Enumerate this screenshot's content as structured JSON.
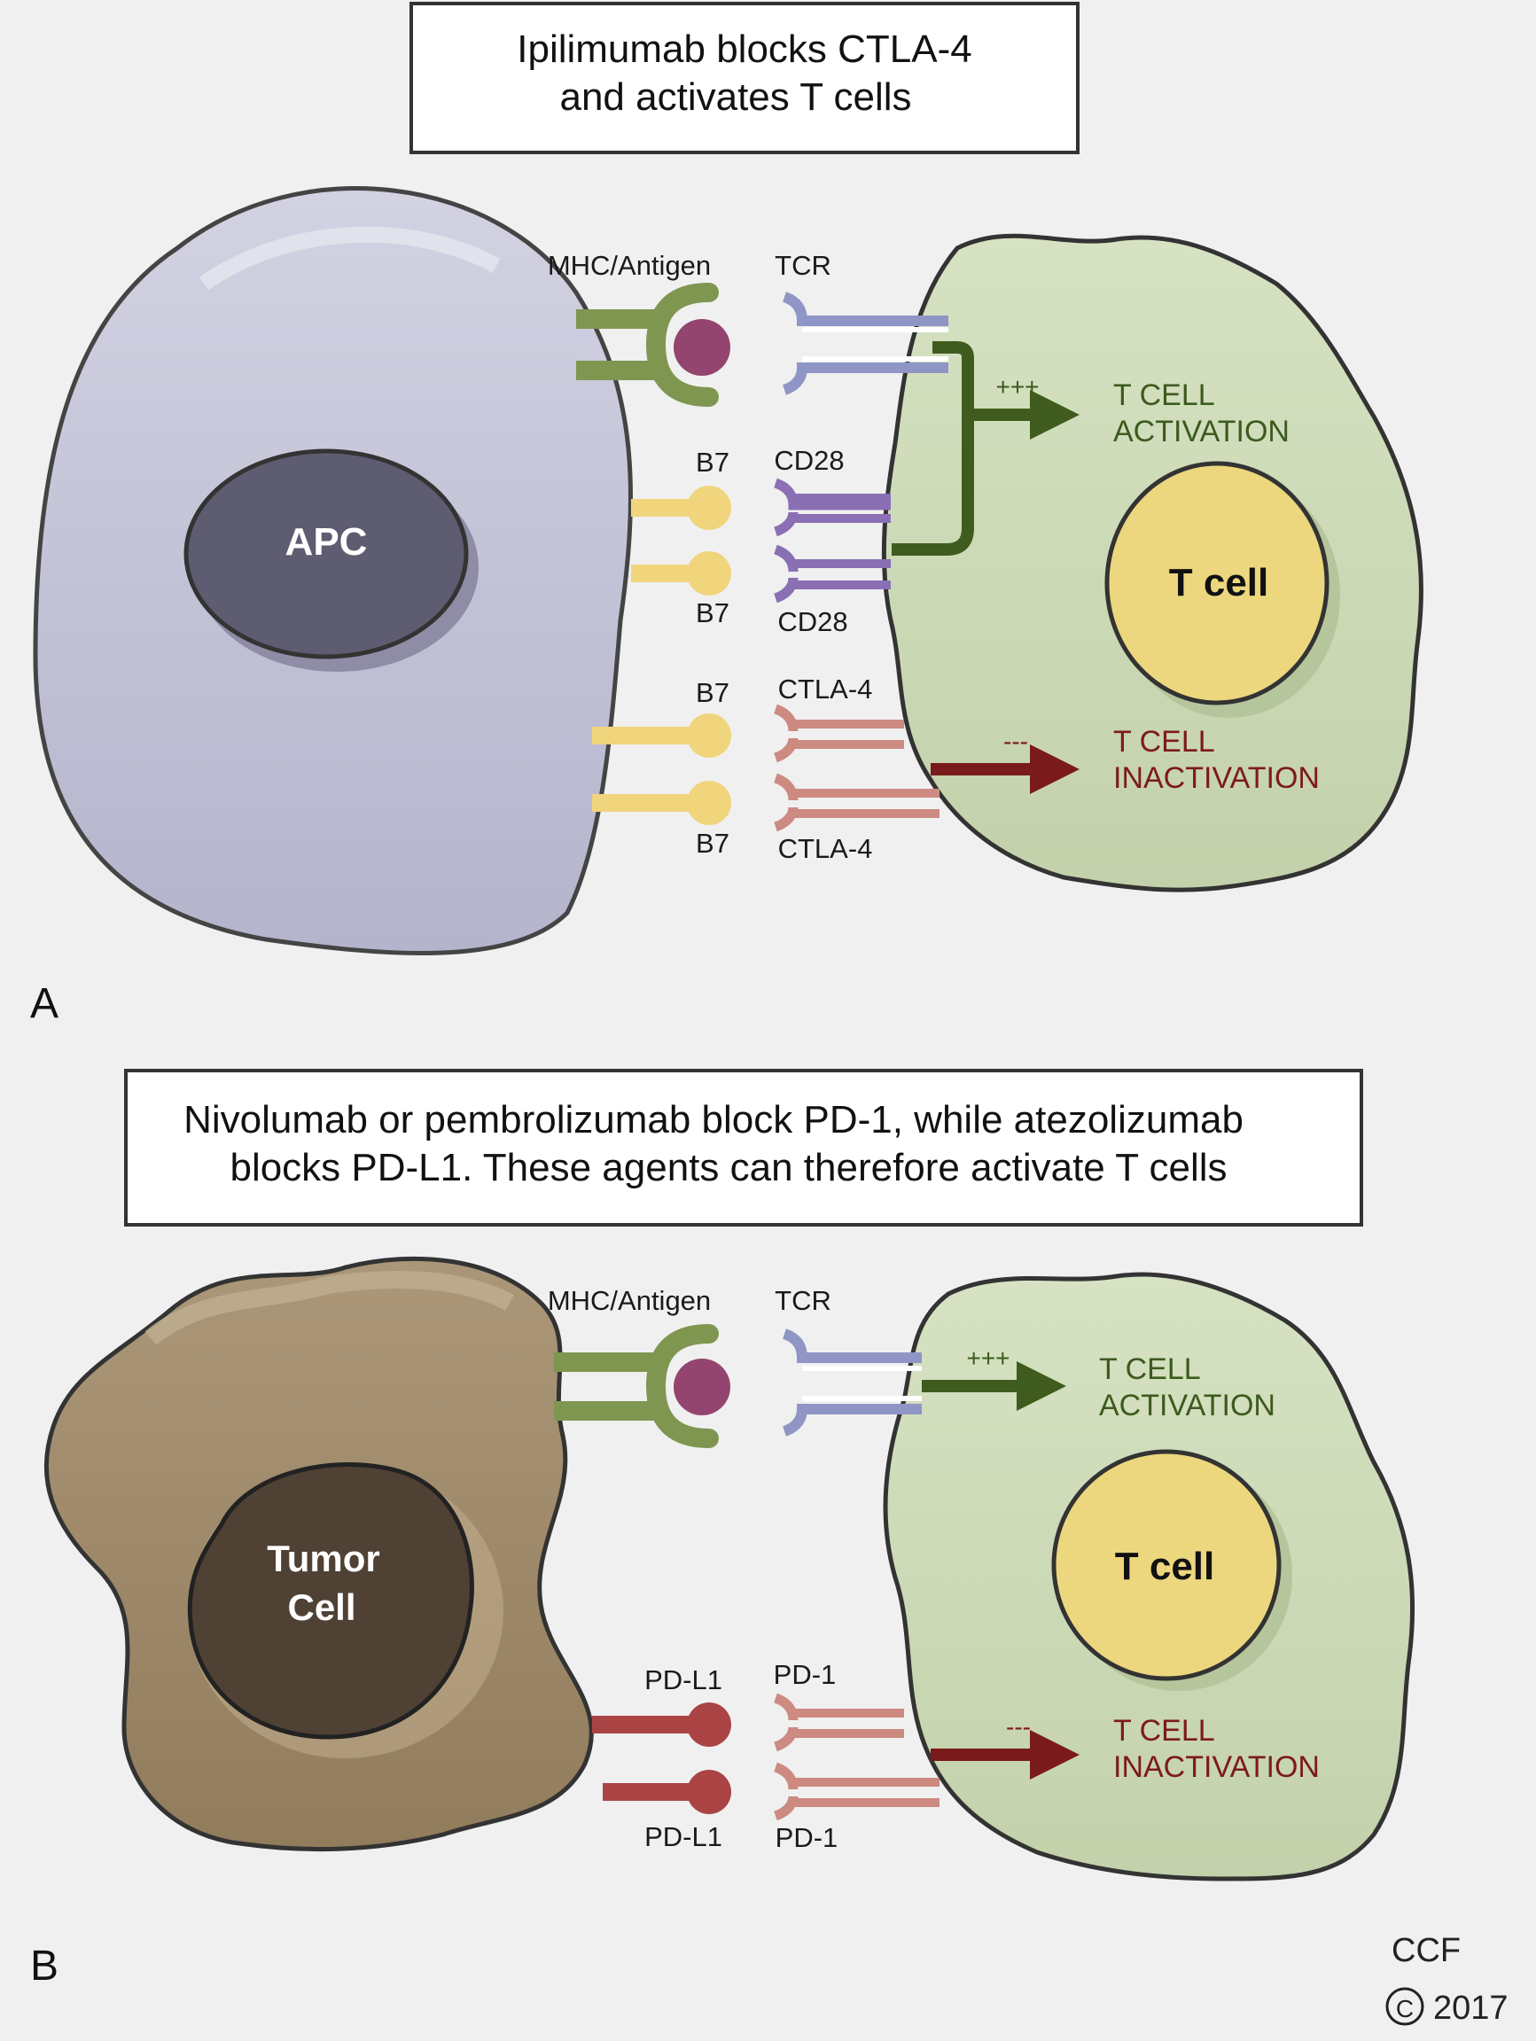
{
  "panel_a": {
    "letter": "A",
    "caption_line1": "Ipilimumab blocks CTLA-4",
    "caption_line2": "and activates T cells",
    "apc_label": "APC",
    "tcell_label": "T cell",
    "mhc_label": "MHC/Antigen",
    "tcr_label": "TCR",
    "b7_top1": "B7",
    "b7_top2": "B7",
    "b7_bottom1": "B7",
    "b7_bottom2": "B7",
    "cd28_1": "CD28",
    "cd28_2": "CD28",
    "ctla4_1": "CTLA-4",
    "ctla4_2": "CTLA-4",
    "plus": "+++",
    "minus": "---",
    "activation_line1": "T CELL",
    "activation_line2": "ACTIVATION",
    "inactivation_line1": "T CELL",
    "inactivation_line2": "INACTIVATION"
  },
  "panel_b": {
    "letter": "B",
    "caption_line1": "Nivolumab or pembrolizumab block PD-1, while atezolizumab",
    "caption_line2": "blocks PD-L1. These agents can therefore activate T cells",
    "tumor_label_line1": "Tumor",
    "tumor_label_line2": "Cell",
    "tcell_label": "T cell",
    "mhc_label": "MHC/Antigen",
    "tcr_label": "TCR",
    "pdl1_1": "PD-L1",
    "pdl1_2": "PD-L1",
    "pd1_1": "PD-1",
    "pd1_2": "PD-1",
    "plus": "+++",
    "minus": "---",
    "activation_line1": "T CELL",
    "activation_line2": "ACTIVATION",
    "inactivation_line1": "T CELL",
    "inactivation_line2": "INACTIVATION"
  },
  "credit": {
    "line1": "CCF",
    "copyright_symbol": "C",
    "year": "2017"
  },
  "colors": {
    "background": "#f0f0f0",
    "apc_fill": "#c4c4d8",
    "apc_nucleus": "#5e5c70",
    "tumor_fill": "#9c8766",
    "tumor_nucleus": "#4f4134",
    "tcell_fill": "#ccd9b6",
    "tcell_nucleus": "#ecd77e",
    "mhc": "#7f9650",
    "antigen": "#93456f",
    "tcr": "#8f96c6",
    "b7": "#f0d57c",
    "cd28": "#8a6fb4",
    "ctla4": "#cc8a80",
    "pdl1": "#aa4444",
    "activation_arrow": "#3f5c1e",
    "inactivation_arrow": "#7a1a1a"
  }
}
